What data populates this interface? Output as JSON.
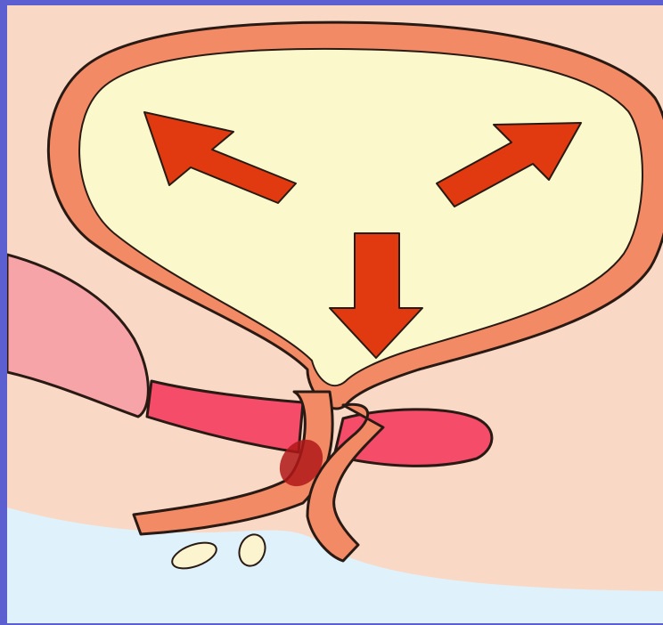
{
  "diagram": {
    "colors": {
      "frame": "#5b5fd0",
      "background": "#f9d9c6",
      "bladder_fill": "#fbf8cc",
      "bladder_wall": "#f28a66",
      "outline": "#2a1a14",
      "arrows": "#e23a10",
      "pelvic_muscle": "#f54c6a",
      "pubic_bone": "#f6a4a8",
      "perineum": "#dff2fb",
      "droplets": "#fbf4cf",
      "leak_point": "#b01818"
    },
    "arrows": [
      {
        "name": "pressure-arrow-up-left"
      },
      {
        "name": "pressure-arrow-up-right"
      },
      {
        "name": "pressure-arrow-down"
      }
    ],
    "droplet_count": 2
  }
}
